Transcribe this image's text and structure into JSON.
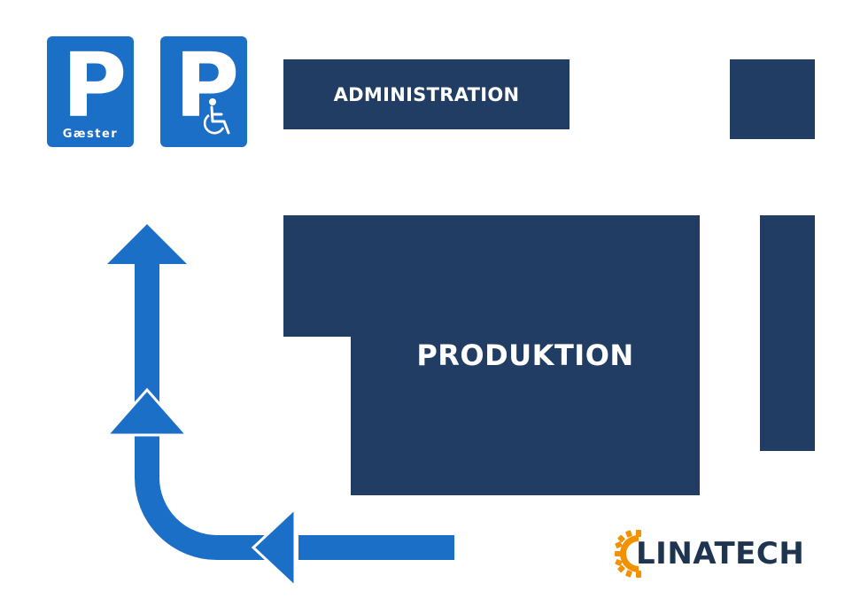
{
  "colors": {
    "sign_blue": "#1c6fc7",
    "building": "#213d63",
    "route_blue": "#1c6fc7",
    "logo_orange": "#f39200",
    "logo_text": "#1e3550"
  },
  "signs": {
    "guest": {
      "letter": "P",
      "caption": "Gæster",
      "icon": "parking-icon"
    },
    "disabled": {
      "letter": "P",
      "icon": "wheelchair-icon"
    }
  },
  "buildings": {
    "administration": "ADMINISTRATION",
    "production": "PRODUKTION"
  },
  "route": {
    "icon": "arrow-icon"
  },
  "logo": {
    "text": "LINATECH",
    "icon": "gear-icon"
  }
}
